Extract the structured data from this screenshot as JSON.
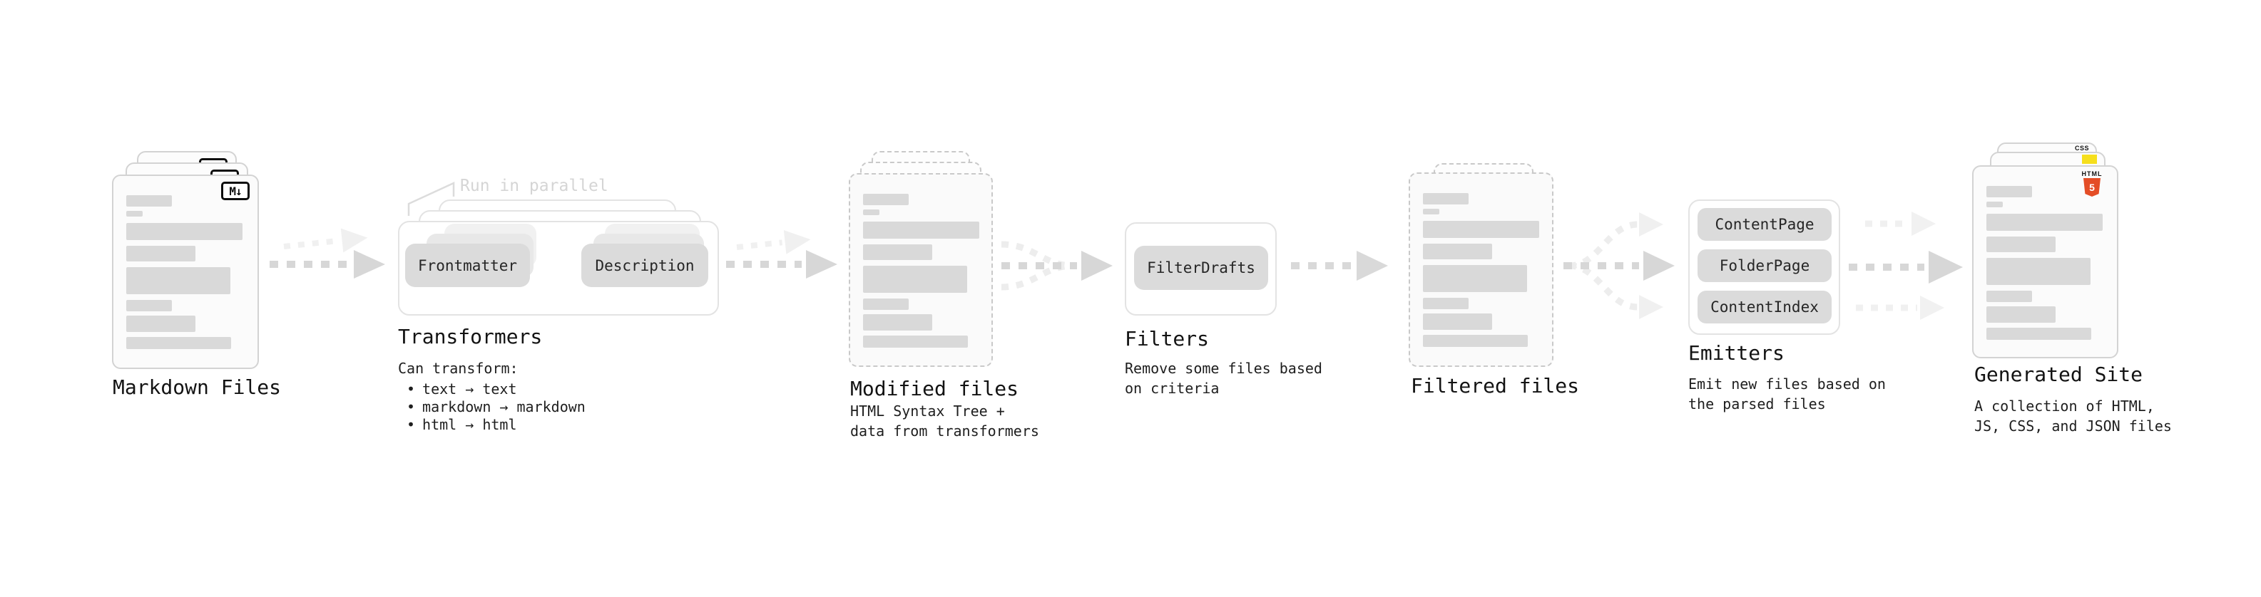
{
  "stages": {
    "markdown_files": {
      "label": "Markdown Files",
      "badge": "M↓"
    },
    "transformers": {
      "label": "Transformers",
      "note": "Run in parallel",
      "source_chip": "Frontmatter",
      "target_chip": "Description",
      "desc_title": "Can transform:",
      "bullet_char": "•",
      "bullets": [
        "text → text",
        "markdown → markdown",
        "html → html"
      ]
    },
    "modified_files": {
      "label": "Modified files",
      "desc_lines": [
        "HTML Syntax Tree +",
        "data from transformers"
      ]
    },
    "filters": {
      "label": "Filters",
      "chip": "FilterDrafts",
      "desc_lines": [
        "Remove some files based",
        "on criteria"
      ]
    },
    "filtered_files": {
      "label": "Filtered files"
    },
    "emitters": {
      "label": "Emitters",
      "chips": [
        "ContentPage",
        "FolderPage",
        "ContentIndex"
      ],
      "desc_lines": [
        "Emit new files based on",
        "the parsed files"
      ]
    },
    "generated_site": {
      "label": "Generated Site",
      "badge_html": "HTML",
      "badge_html_number": "5",
      "badge_css": "CSS",
      "desc_lines": [
        "A collection of HTML,",
        "JS, CSS, and JSON files"
      ]
    }
  },
  "colors": {
    "html5_orange": "#e44d26",
    "js_yellow": "#f6df1c",
    "css_blue": "#2764f0",
    "arrow_gray": "#d7d7d7",
    "arrow_light_gray": "#efefef",
    "placeholder_gray": "#d9d9d9",
    "note_gray": "#d5d5d5"
  }
}
